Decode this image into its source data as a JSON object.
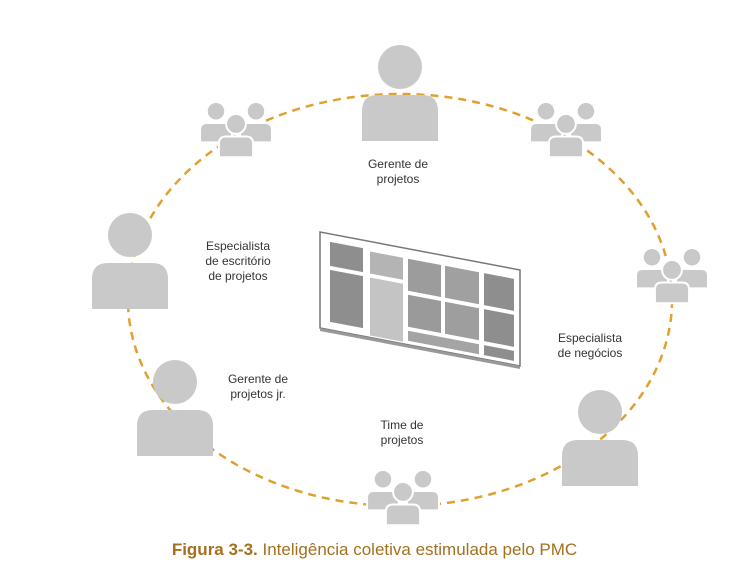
{
  "colors": {
    "dash": "#e0a030",
    "person": "#c9c9c9",
    "caption": "#a3701f"
  },
  "labels": {
    "gerente_projetos": [
      "Gerente de",
      "projetos"
    ],
    "especialista_escritorio": [
      "Especialista",
      "de escritório",
      "de projetos"
    ],
    "especialista_negocios": [
      "Especialista",
      "de negócios"
    ],
    "gerente_jr": [
      "Gerente de",
      "projetos jr."
    ],
    "time_projetos": [
      "Time de",
      "projetos"
    ]
  },
  "caption": {
    "prefix": "Figura 3-3.",
    "text": " Inteligência coletiva estimulada pelo PMC"
  }
}
